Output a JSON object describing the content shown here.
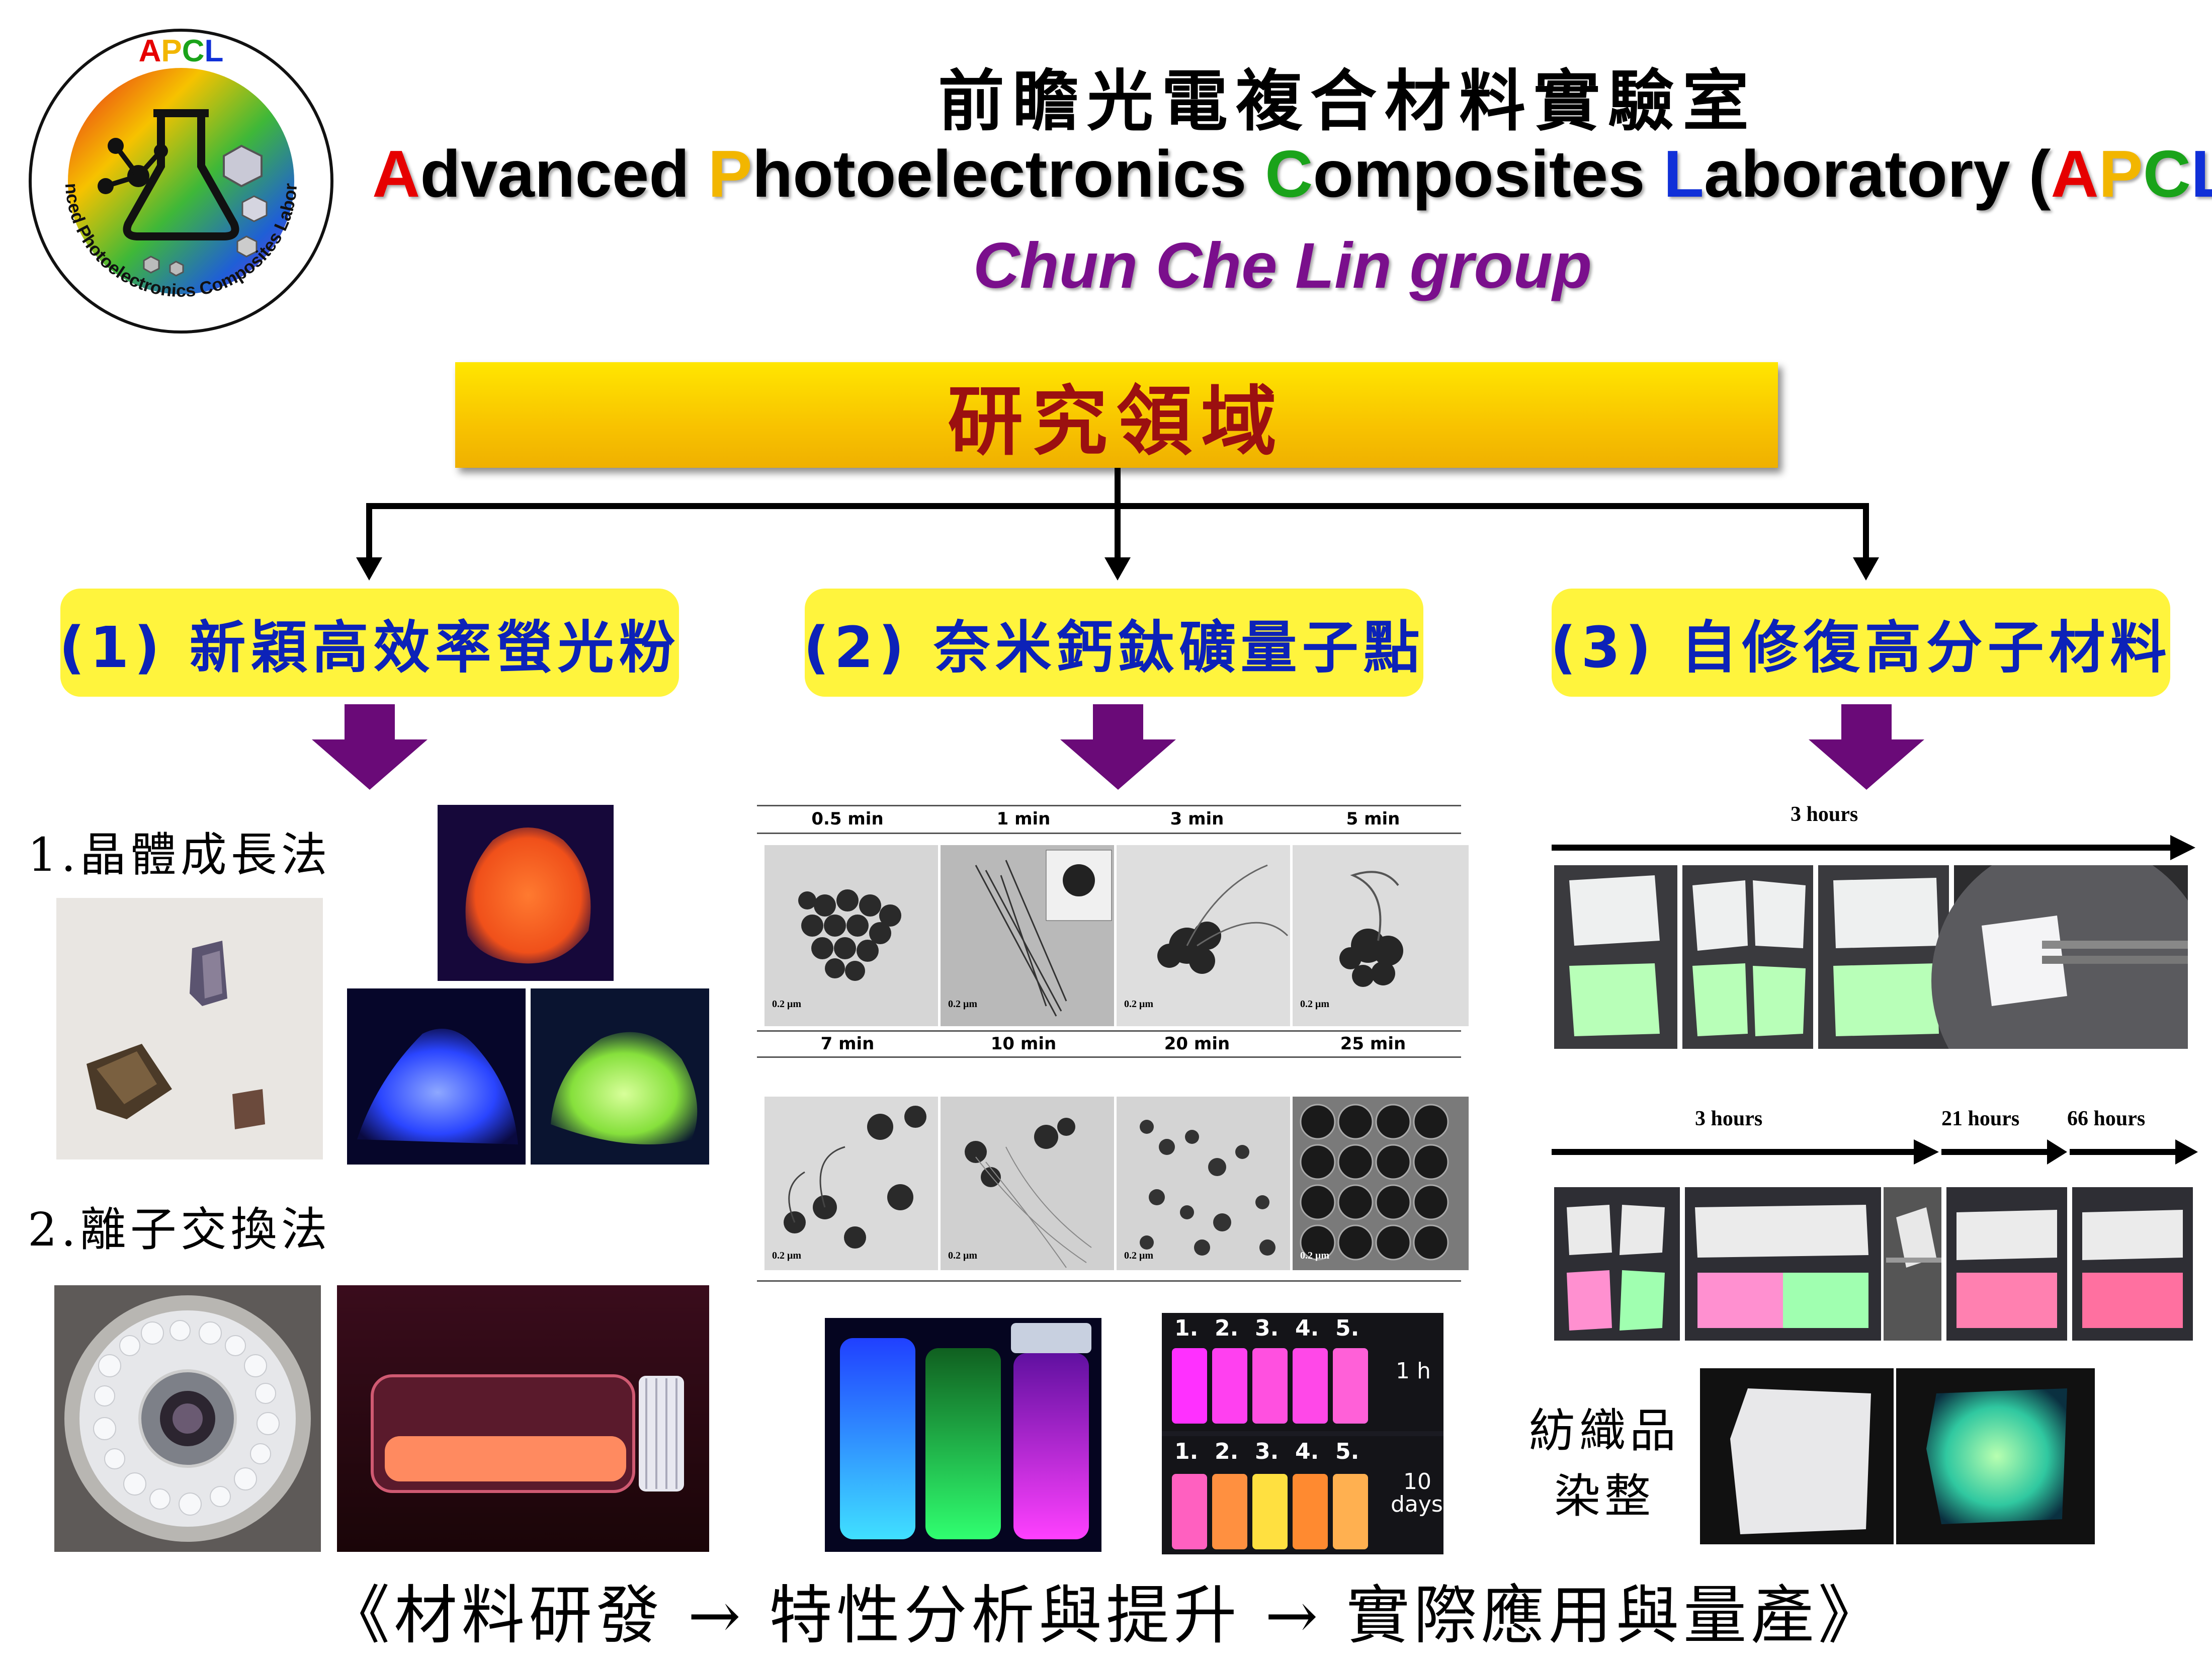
{
  "logo": {
    "text_top": "APCL",
    "ring_text": "Advanced Photoelectronics Composites Laboratory"
  },
  "header": {
    "title_cn": "前瞻光電複合材料實驗室",
    "title_en_parts": [
      {
        "text": "A",
        "color": "#e60000"
      },
      {
        "text": "dvanced ",
        "color": "#000000"
      },
      {
        "text": "P",
        "color": "#f2b600"
      },
      {
        "text": "hotoelectronics ",
        "color": "#000000"
      },
      {
        "text": "C",
        "color": "#1aa31a"
      },
      {
        "text": "omposites ",
        "color": "#000000"
      },
      {
        "text": "L",
        "color": "#1030d8"
      },
      {
        "text": "aboratory (",
        "color": "#000000"
      },
      {
        "text": "A",
        "color": "#e60000"
      },
      {
        "text": "P",
        "color": "#f2b600"
      },
      {
        "text": "C",
        "color": "#1aa31a"
      },
      {
        "text": "L",
        "color": "#1030d8"
      },
      {
        "text": ")",
        "color": "#000000"
      }
    ],
    "group": "Chun Che Lin group",
    "group_color": "#7a0f8c"
  },
  "field": {
    "title": "研究領域"
  },
  "categories": [
    {
      "label": "(1) 新穎高效率螢光粉"
    },
    {
      "label": "(2) 奈米鈣鈦礦量子點"
    },
    {
      "label": "(3) 自修復高分子材料"
    }
  ],
  "phosphor": {
    "method1": "1.晶體成長法",
    "method2": "2.離子交換法"
  },
  "quantum_dots": {
    "times_row1": [
      "0.5 min",
      "1 min",
      "3 min",
      "5 min"
    ],
    "times_row2": [
      "7 min",
      "10 min",
      "20 min",
      "25 min"
    ],
    "scale_bar": "0.2 μm",
    "vial_numbers": [
      "1.",
      "2.",
      "3.",
      "4.",
      "5."
    ],
    "vial_time1": "1 h",
    "vial_time2a": "10",
    "vial_time2b": "days"
  },
  "self_healing": {
    "timeline1": "3 hours",
    "timeline2a": "3 hours",
    "timeline2b": "21 hours",
    "timeline2c": "66 hours",
    "textile_line1": "紡織品",
    "textile_line2": "染整"
  },
  "footer": {
    "text": "《材料研發 → 特性分析與提升 → 實際應用與量產》"
  },
  "colors": {
    "banner": "#f8c300",
    "banner_text": "#9b1010",
    "category_bg": "#fff43d",
    "category_text": "#0c22b8",
    "arrow_purple": "#6a0a78"
  }
}
